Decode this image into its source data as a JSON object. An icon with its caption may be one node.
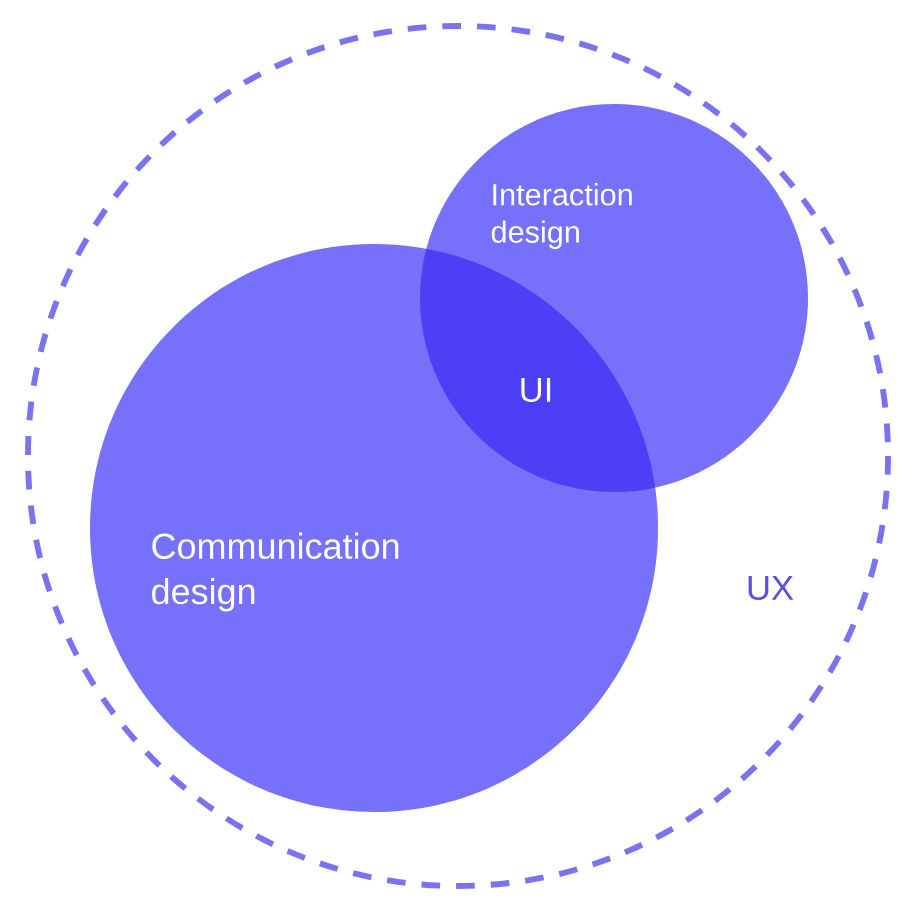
{
  "diagram": {
    "nodes": [
      {
        "text": [
          "UX"
        ]
      },
      {
        "text": [
          "Communication design"
        ],
        "in": 0
      },
      {
        "text": [
          "Interaction design"
        ],
        "in": 0
      },
      {
        "text": [
          "UI"
        ]
      }
    ]
  }
}
